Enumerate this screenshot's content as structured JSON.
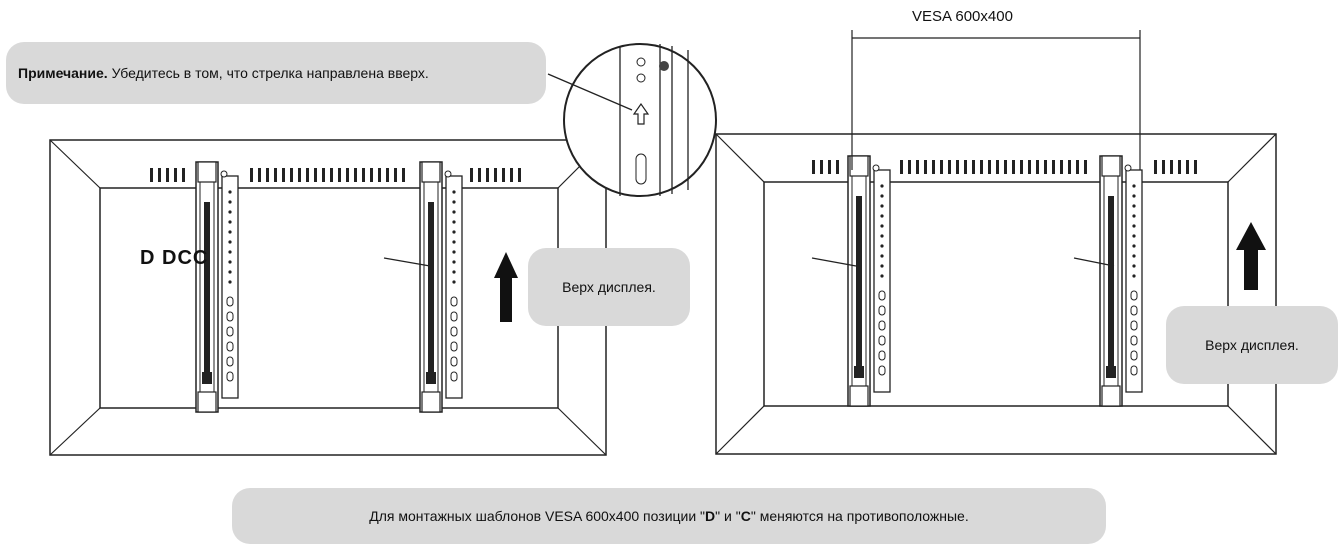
{
  "note": {
    "bold": "Примечание.",
    "text": "Убедитесь в том, что стрелка направлена вверх."
  },
  "left_panel": {
    "top_label": "Верх дисплея.",
    "position_label": "D DCC"
  },
  "right_panel": {
    "top_label": "Верх дисплея.",
    "vesa_label": "VESA 600x400"
  },
  "footer": {
    "part1": "Для монтажных шаблонов VESA 600x400 позиции \"",
    "bold_d": "D",
    "part2": "\" и \"",
    "bold_c": "C",
    "part3": "\" меняются на противоположные."
  },
  "icons": [
    "up-arrow-icon",
    "magnifier-circle-icon"
  ]
}
